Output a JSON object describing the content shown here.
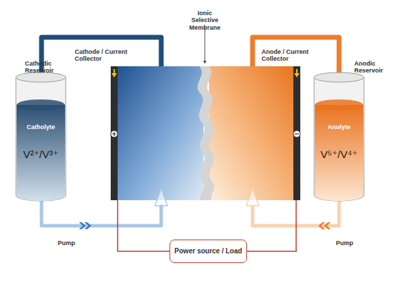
{
  "diagram": {
    "nodes": [
      {
        "text": [
          "Catholyte",
          "V²⁺/V³⁺"
        ]
      },
      {
        "text": [
          "Power source / Load"
        ]
      },
      {
        "text": [
          "Anolyte",
          "V⁵⁺/V⁴⁺"
        ]
      }
    ],
    "labels": [
      "Ionic Selective Membrane",
      "Cathode / Current Collector",
      "Anode / Current Collector",
      "Cathodic Reservoir",
      "Anodic Reservoir",
      "Pump",
      "Pump"
    ]
  }
}
